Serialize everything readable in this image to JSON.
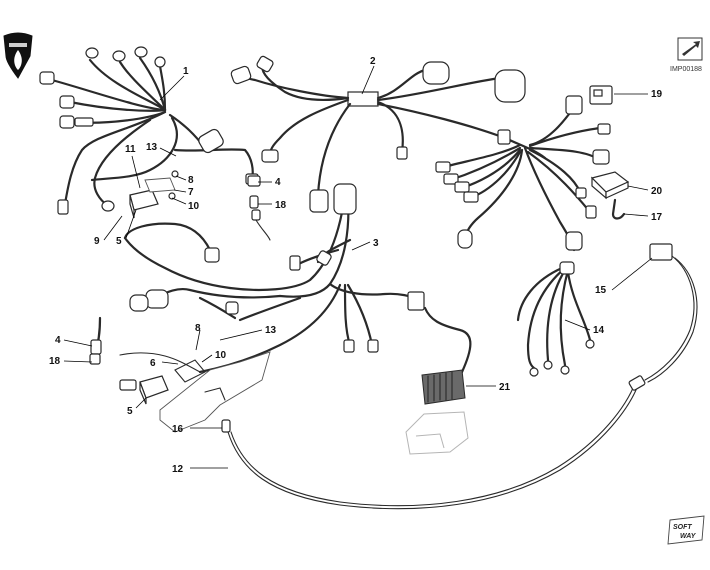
{
  "diagram": {
    "reference_code": "IMP00188",
    "soft_way_label_top": "SOFT",
    "soft_way_label_bottom": "WAY",
    "callouts": [
      {
        "id": "c1",
        "label": "1"
      },
      {
        "id": "c2",
        "label": "2"
      },
      {
        "id": "c3",
        "label": "3"
      },
      {
        "id": "c4a",
        "label": "4"
      },
      {
        "id": "c4b",
        "label": "4"
      },
      {
        "id": "c5a",
        "label": "5"
      },
      {
        "id": "c5b",
        "label": "5"
      },
      {
        "id": "c6",
        "label": "6"
      },
      {
        "id": "c7",
        "label": "7"
      },
      {
        "id": "c8a",
        "label": "8"
      },
      {
        "id": "c8b",
        "label": "8"
      },
      {
        "id": "c9",
        "label": "9"
      },
      {
        "id": "c10a",
        "label": "10"
      },
      {
        "id": "c10b",
        "label": "10"
      },
      {
        "id": "c11",
        "label": "11"
      },
      {
        "id": "c12",
        "label": "12"
      },
      {
        "id": "c13a",
        "label": "13"
      },
      {
        "id": "c13b",
        "label": "13"
      },
      {
        "id": "c14",
        "label": "14"
      },
      {
        "id": "c15",
        "label": "15"
      },
      {
        "id": "c16",
        "label": "16"
      },
      {
        "id": "c17",
        "label": "17"
      },
      {
        "id": "c18a",
        "label": "18"
      },
      {
        "id": "c18b",
        "label": "18"
      },
      {
        "id": "c19",
        "label": "19"
      },
      {
        "id": "c20",
        "label": "20"
      },
      {
        "id": "c21",
        "label": "21"
      }
    ]
  }
}
